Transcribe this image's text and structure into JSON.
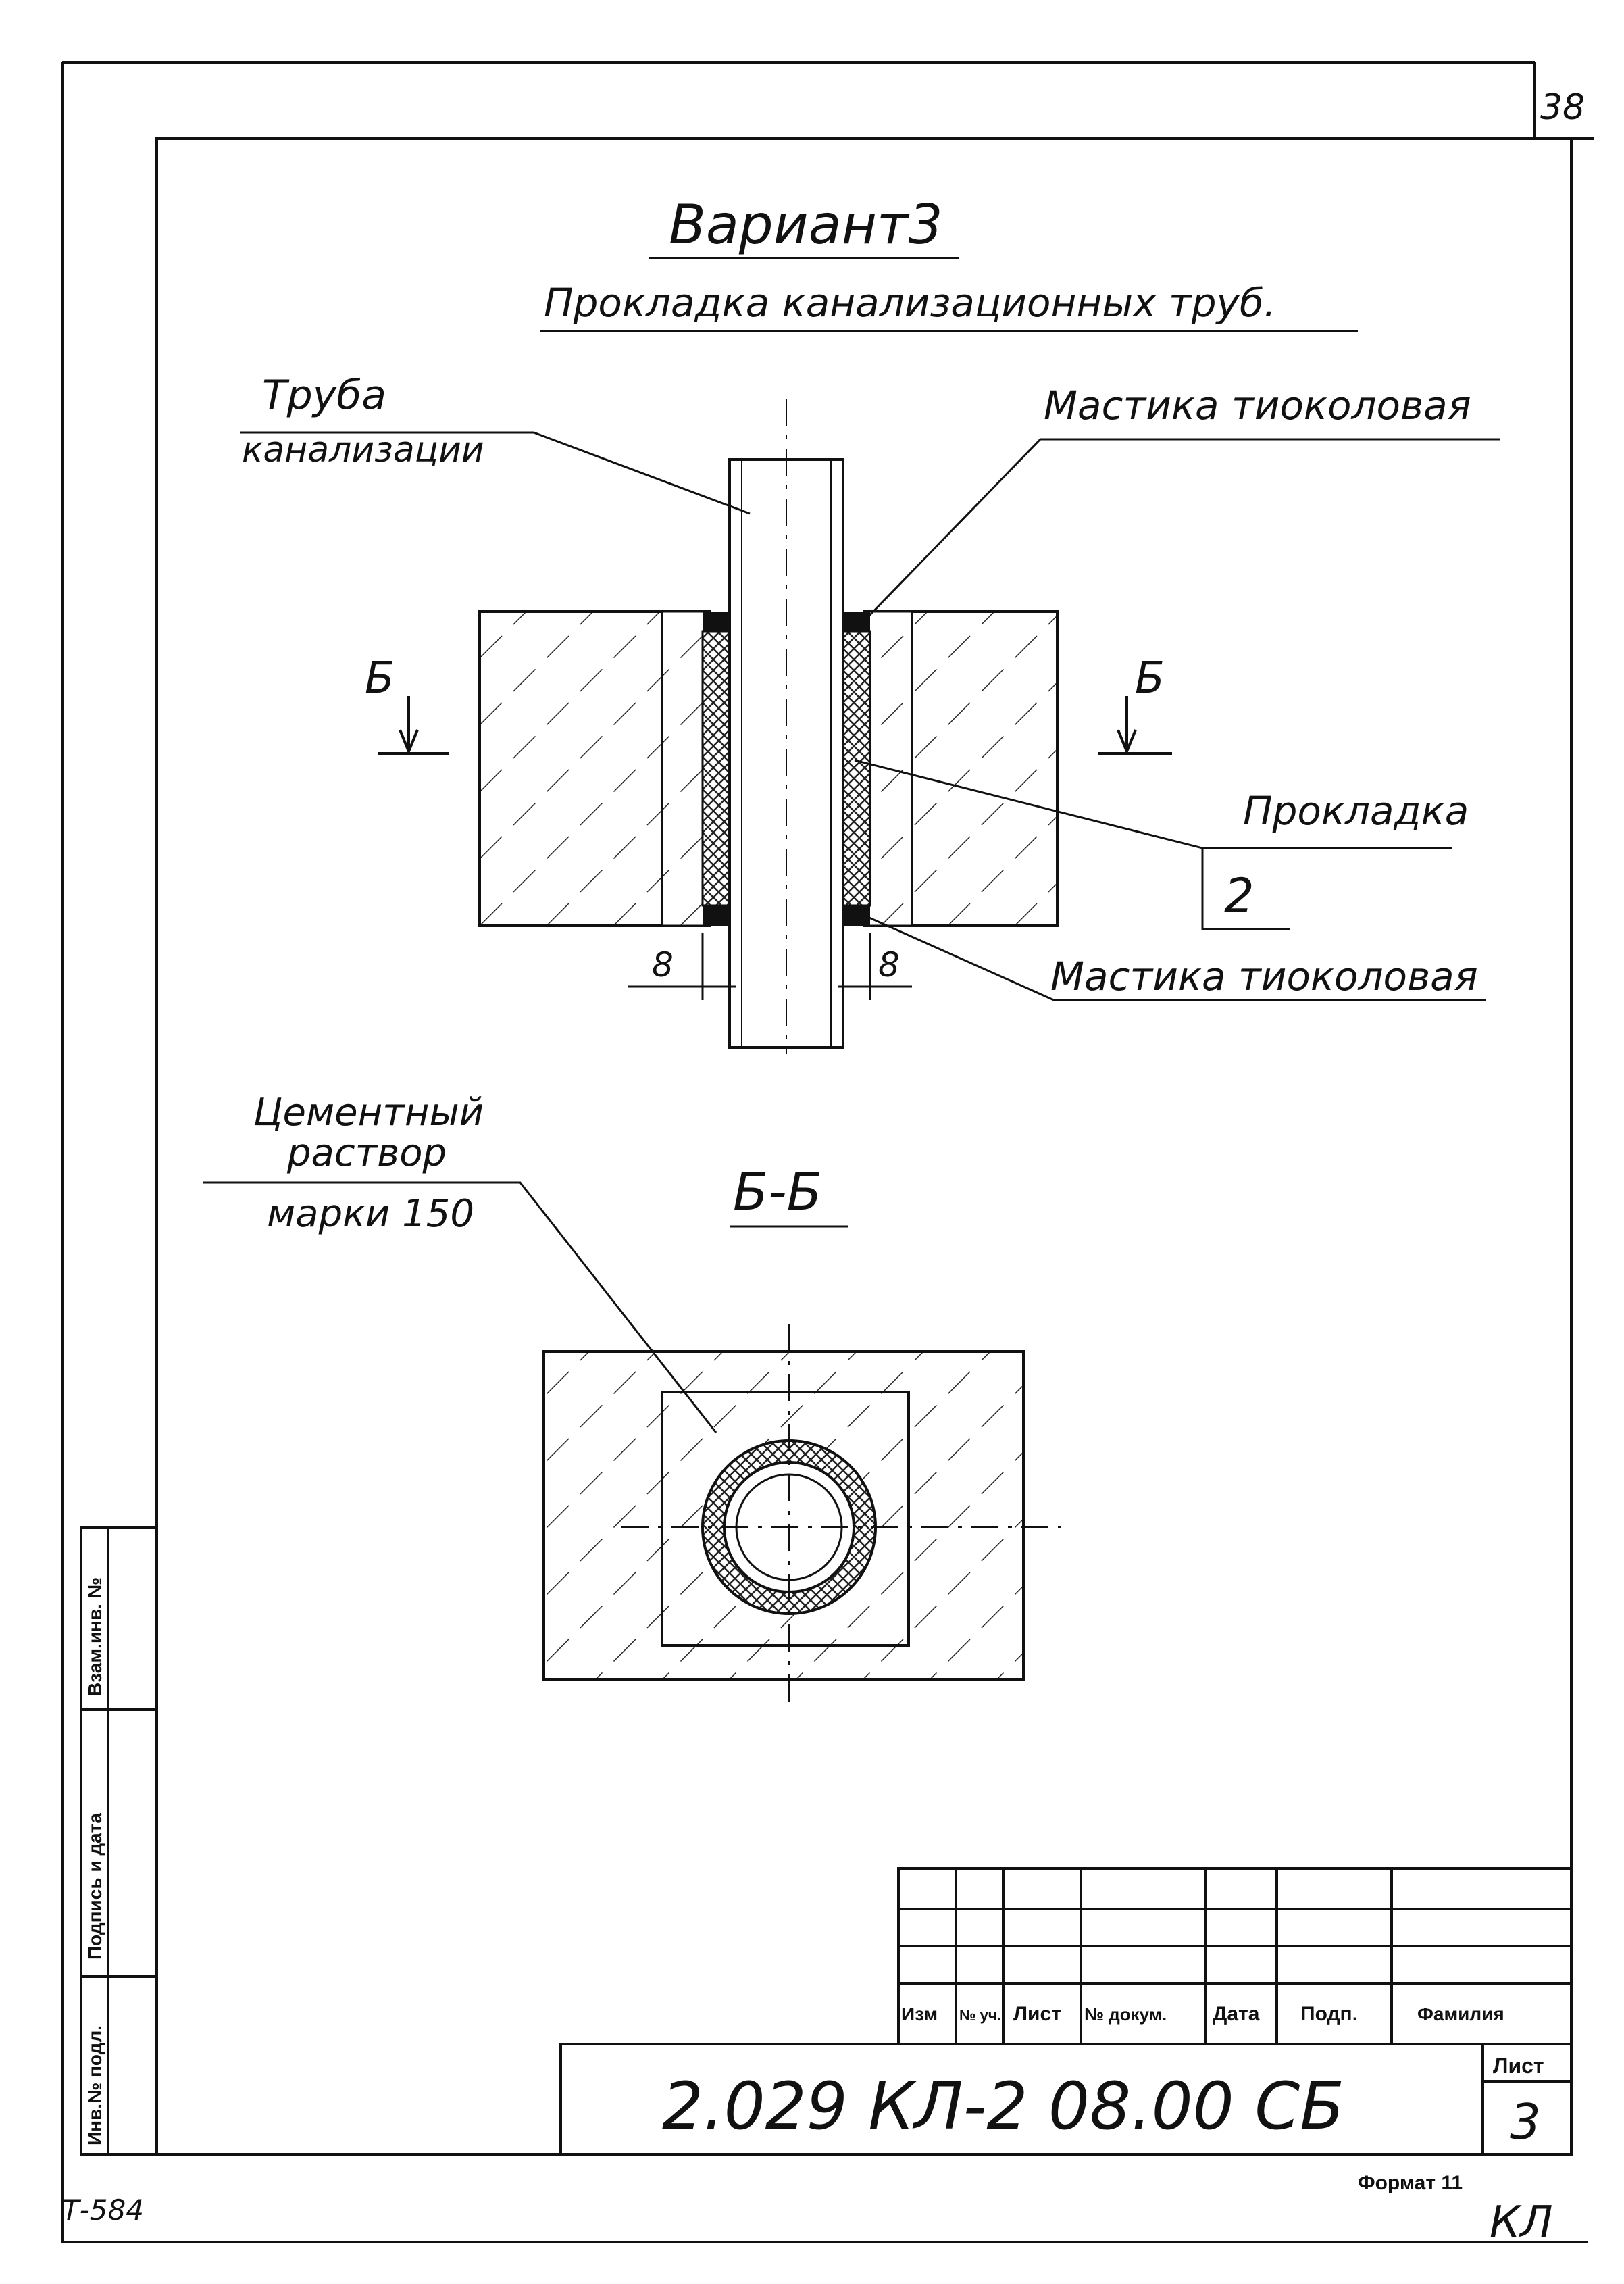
{
  "sheet_corner_number": "38",
  "title": "Вариант3",
  "subtitle": "Прокладка канализационных труб.",
  "labels": {
    "pipe_line1": "Труба",
    "pipe_line2": "канализации",
    "mastic_top": "Мастика тиоколовая",
    "mastic_bottom": "Мастика тиоколовая",
    "gasket": "Прокладка",
    "gasket_number": "2",
    "dim_left": "8",
    "dim_right": "8",
    "cut_left": "Б",
    "cut_right": "Б",
    "section_title": "Б-Б",
    "mortar_line1": "Цементный",
    "mortar_line2": "раствор",
    "mortar_line3": "марки 150"
  },
  "side_stamp": {
    "cell1": "Взам.инв. №",
    "cell2": "Подпись и дата",
    "cell3": "Инв.№ подл."
  },
  "title_block": {
    "headers": [
      "Изм",
      "№ уч.",
      "Лист",
      "№ докум.",
      "Дата",
      "Подп.",
      "Фамилия"
    ],
    "designation": "2.029 КЛ-2 08.00 СБ",
    "sheet_label": "Лист",
    "sheet_number": "3",
    "format": "Формат 11"
  },
  "bottom_left_code": "Т-584",
  "bottom_right_code": "КЛ"
}
